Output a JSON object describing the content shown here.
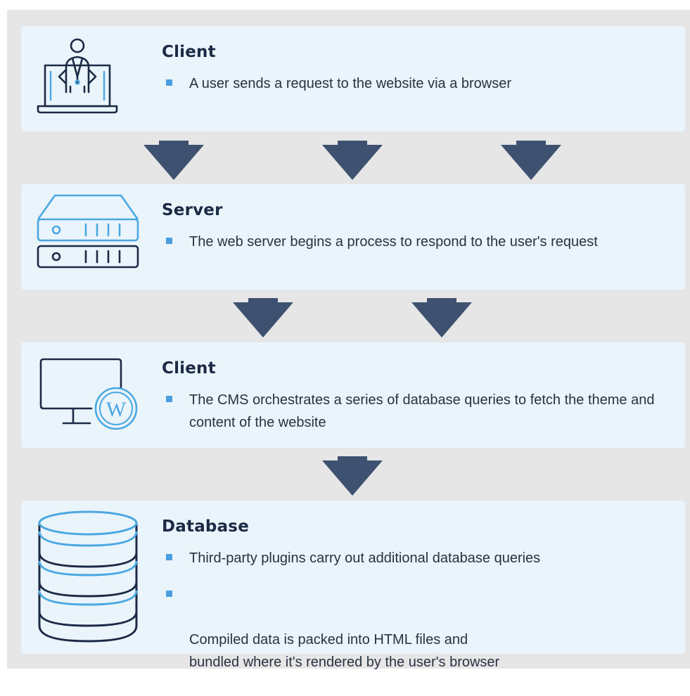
{
  "steps": [
    {
      "title": "Client",
      "icon": "laptop-user-icon",
      "bullets": [
        "A user sends a request to the website via a browser"
      ]
    },
    {
      "title": "Server",
      "icon": "server-rack-icon",
      "bullets": [
        "The web server begins a process to respond to the user's request"
      ]
    },
    {
      "title": "Client",
      "icon": "wordpress-monitor-icon",
      "bullets": [
        "The CMS orchestrates a series of database queries to fetch the theme and content of the website"
      ]
    },
    {
      "title": "Database",
      "icon": "database-icon",
      "bullets": [
        "Third-party plugins carry out additional database queries",
        "Compiled data is packed into HTML files and\nbundled where it's rendered by the user's browser"
      ]
    }
  ],
  "colors": {
    "background": "#e6e6e6",
    "box": "#eaf4fb",
    "arrow": "#3e5170",
    "bullet": "#4a9ee0",
    "icon_stroke": "#1b2a45",
    "icon_accent": "#4aa8e0"
  }
}
